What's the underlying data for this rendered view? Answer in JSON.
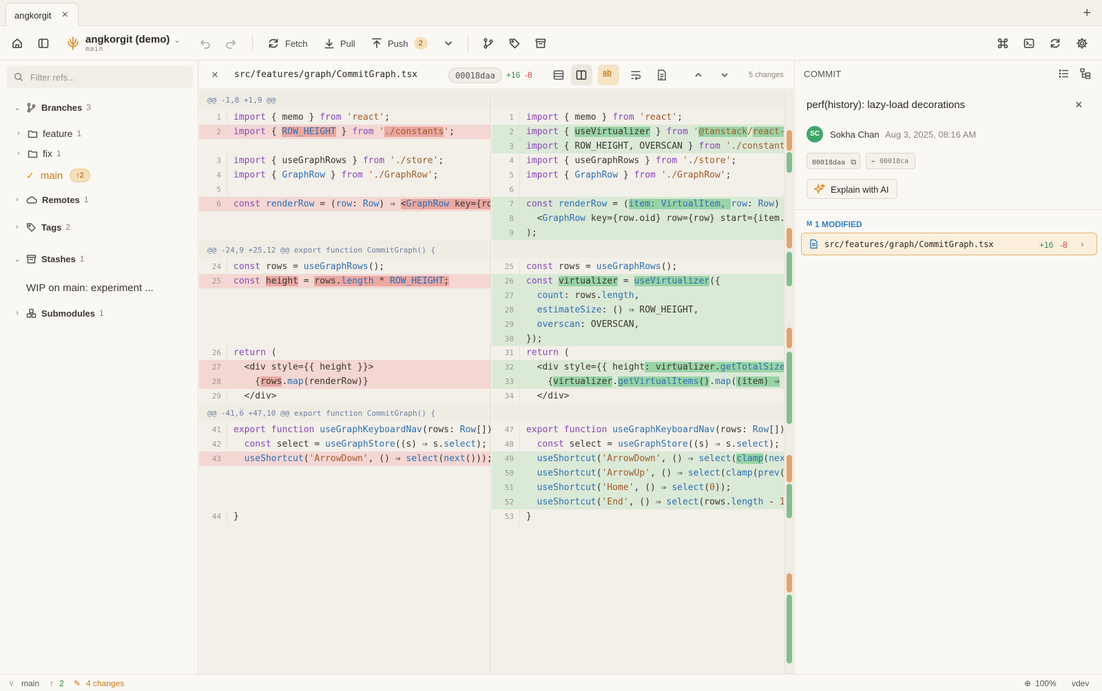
{
  "tab": {
    "title": "angkorgit"
  },
  "toolbar": {
    "repo_name": "angkorgit (demo)",
    "repo_branch": "main",
    "fetch": "Fetch",
    "pull": "Pull",
    "push": "Push",
    "push_count": "2"
  },
  "sidebar": {
    "filter_placeholder": "Filter refs...",
    "branches": {
      "label": "Branches",
      "count": "3"
    },
    "feature": {
      "label": "feature",
      "count": "1"
    },
    "fix": {
      "label": "fix",
      "count": "1"
    },
    "main": {
      "label": "main",
      "ahead": "↑2"
    },
    "remotes": {
      "label": "Remotes",
      "count": "1"
    },
    "tags": {
      "label": "Tags",
      "count": "2"
    },
    "stashes": {
      "label": "Stashes",
      "count": "1"
    },
    "stash_item": "WIP on main: experiment ...",
    "submodules": {
      "label": "Submodules",
      "count": "1"
    }
  },
  "diff": {
    "file_path": "src/features/graph/CommitGraph.tsx",
    "commit_hash": "00018daa",
    "additions": "+16",
    "deletions": "-8",
    "changes_count": "5 changes",
    "hunk1": "@@ -1,8 +1,9 @@",
    "hunk2": "@@ -24,9 +25,12 @@ export function CommitGraph() {",
    "hunk3": "@@ -41,6 +47,10 @@ export function CommitGraph() {",
    "left_numbers": [
      "1",
      "2",
      "3",
      "4",
      "5",
      "6",
      "24",
      "25",
      "26",
      "27",
      "28",
      "29",
      "41",
      "42",
      "43",
      "44"
    ],
    "right_numbers": [
      "1",
      "2",
      "3",
      "4",
      "5",
      "6",
      "7",
      "8",
      "9",
      "25",
      "26",
      "27",
      "28",
      "29",
      "30",
      "31",
      "32",
      "33",
      "34",
      "47",
      "48",
      "49",
      "50",
      "51",
      "52",
      "53"
    ]
  },
  "commit": {
    "section_label": "COMMIT",
    "title": "perf(history): lazy-load decorations",
    "author_initials": "SC",
    "author": "Sokha Chan",
    "date": "Aug 3, 2025, 08:16 AM",
    "hash": "00018daa",
    "parent": "← 00018ca",
    "explain_label": "Explain with AI",
    "modified_label": "1 MODIFIED",
    "file": "src/features/graph/CommitGraph.tsx",
    "file_add": "+16",
    "file_del": "-8"
  },
  "status": {
    "branch": "main",
    "ahead": "2",
    "changes": "4 changes",
    "zoom": "100%",
    "env": "vdev"
  },
  "colors": {
    "accent_orange": "#d9891f",
    "add_green": "#2f8a47",
    "del_red": "#c6453c",
    "blue_label": "#2f7fc7"
  }
}
